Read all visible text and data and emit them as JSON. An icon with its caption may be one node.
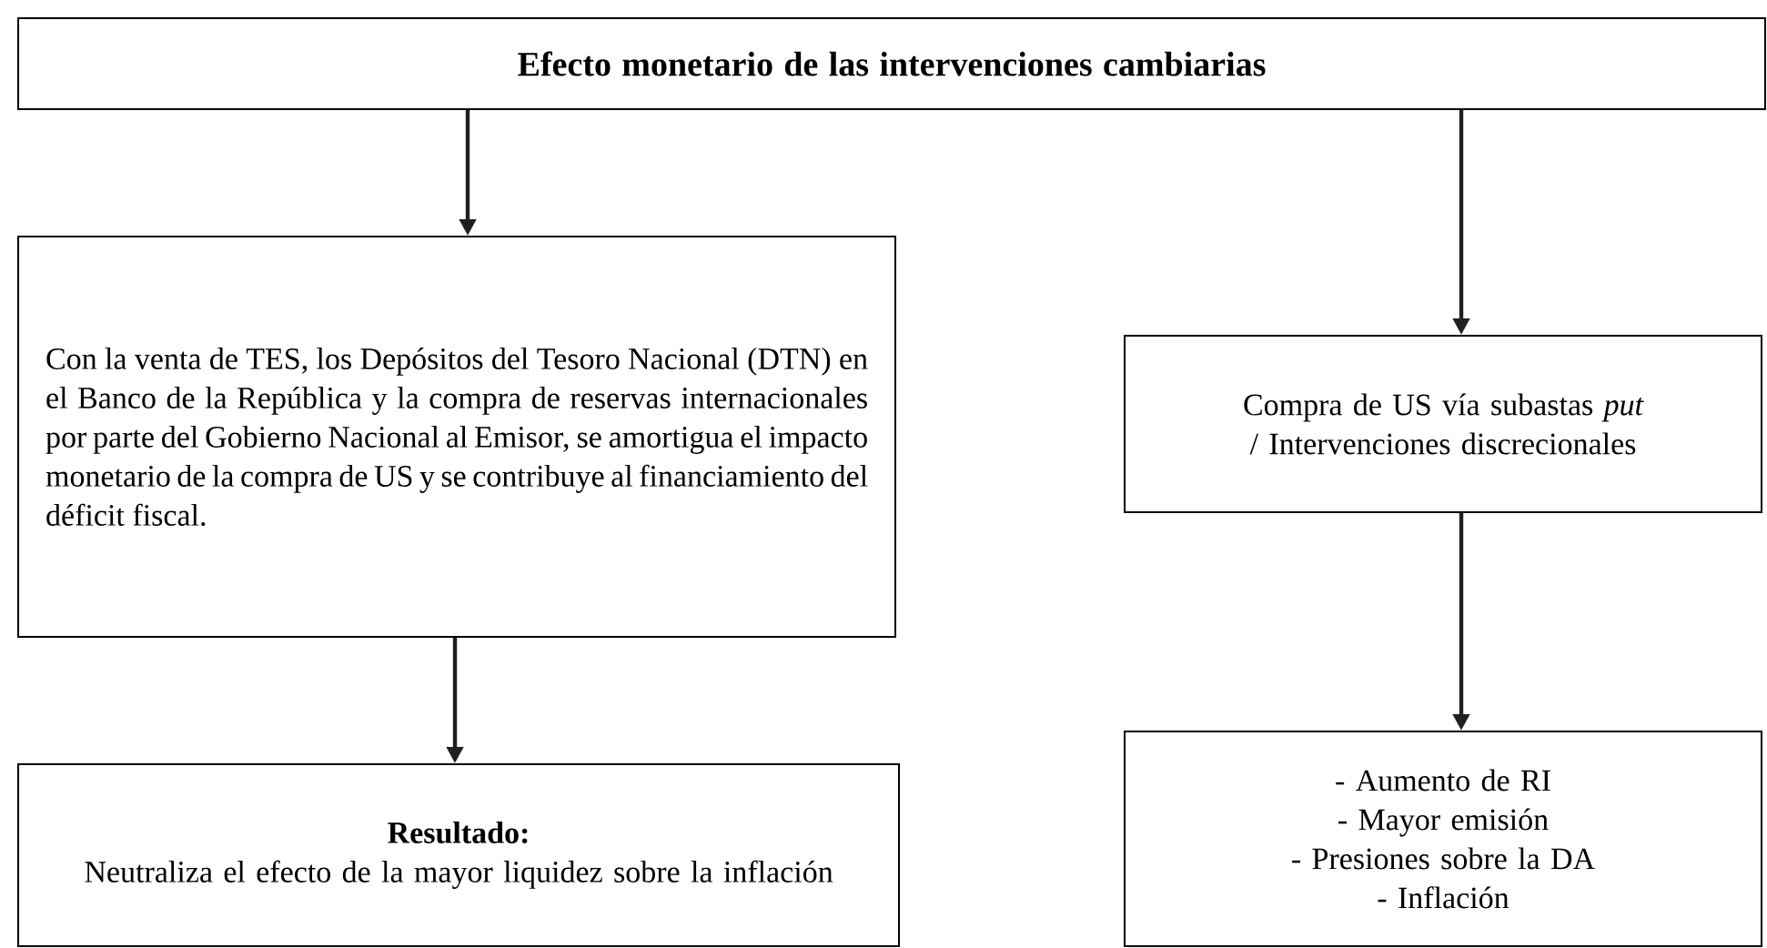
{
  "diagram": {
    "nodes": [
      {
        "text": [
          "Efecto monetario de las intervenciones cambiarias"
        ]
      },
      {
        "text": [
          "Con la venta de TES, los Depósitos del Tesoro Nacional (DTN) en el Banco de la República y la compra de reservas internacionales por parte del Gobierno Nacional al Emisor, se amortigua el impacto monetario de la compra de US y se contribuye al financiamiento del déficit fiscal."
        ]
      },
      {
        "text": [
          "Compra de US vía subastas *put* / Intervenciones discrecionales"
        ]
      },
      {
        "text": [
          "Resultado:",
          "Neutraliza el efecto de la mayor liquidez sobre la inflación"
        ]
      },
      {
        "text": [
          "- Aumento de RI",
          "- Mayor emisión",
          "- Presiones sobre la DA",
          "- Inflación"
        ]
      }
    ],
    "edges": [
      {
        "from": 0,
        "to": 1,
        "arrow": "to"
      },
      {
        "from": 0,
        "to": 2,
        "arrow": "to"
      },
      {
        "from": 1,
        "to": 3,
        "arrow": "to"
      },
      {
        "from": 2,
        "to": 4,
        "arrow": "to"
      }
    ]
  }
}
